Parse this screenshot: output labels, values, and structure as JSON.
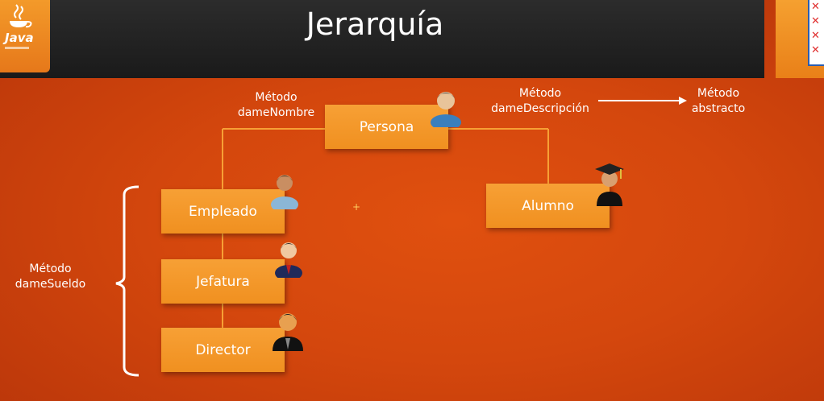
{
  "header": {
    "title": "Jerarquía",
    "logo_text": "Java",
    "logo_icon": "java-cup-icon"
  },
  "nodes": {
    "persona": "Persona",
    "empleado": "Empleado",
    "jefatura": "Jefatura",
    "director": "Director",
    "alumno": "Alumno"
  },
  "labels": {
    "dame_nombre_1": "Método",
    "dame_nombre_2": "dameNombre",
    "dame_descripcion_1": "Método",
    "dame_descripcion_2": "dameDescripción",
    "abstracto_1": "Método",
    "abstracto_2": "abstracto",
    "dame_sueldo_1": "Método",
    "dame_sueldo_2": "dameSueldo"
  },
  "colors": {
    "box": "#f09020",
    "background": "#d4470d",
    "header": "#1a1a1a"
  }
}
